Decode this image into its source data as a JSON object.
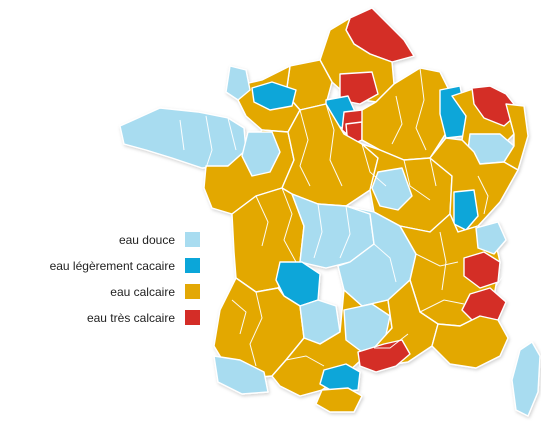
{
  "legend": {
    "items": [
      {
        "label": "eau douce",
        "color": "#a8dcf0"
      },
      {
        "label": "eau légèrement cacaire",
        "color": "#0ba6d9"
      },
      {
        "label": "eau calcaire",
        "color": "#e3a805"
      },
      {
        "label": "eau très calcaire",
        "color": "#d42d27"
      }
    ]
  },
  "map": {
    "border_color": "#ffffff",
    "regions": [
      {
        "name": "nord-pas-de-calais",
        "class": "eau très calcaire"
      },
      {
        "name": "picardie",
        "class": "eau calcaire"
      },
      {
        "name": "haute-normandie",
        "class": "eau calcaire"
      },
      {
        "name": "basse-normandie",
        "class": "eau calcaire"
      },
      {
        "name": "manche",
        "class": "eau légèrement cacaire"
      },
      {
        "name": "calvados-west",
        "class": "eau douce"
      },
      {
        "name": "oise",
        "class": "eau très calcaire"
      },
      {
        "name": "ile-de-france-west",
        "class": "eau légèrement cacaire"
      },
      {
        "name": "paris",
        "class": "eau très calcaire"
      },
      {
        "name": "essonne",
        "class": "eau très calcaire"
      },
      {
        "name": "bretagne",
        "class": "eau douce"
      },
      {
        "name": "pays-de-la-loire",
        "class": "eau calcaire"
      },
      {
        "name": "mayenne",
        "class": "eau douce"
      },
      {
        "name": "centre",
        "class": "eau calcaire"
      },
      {
        "name": "champagne",
        "class": "eau calcaire"
      },
      {
        "name": "marne-east",
        "class": "eau légèrement cacaire"
      },
      {
        "name": "lorraine",
        "class": "eau calcaire"
      },
      {
        "name": "moselle",
        "class": "eau très calcaire"
      },
      {
        "name": "vosges",
        "class": "eau douce"
      },
      {
        "name": "alsace",
        "class": "eau calcaire"
      },
      {
        "name": "bourgogne",
        "class": "eau calcaire"
      },
      {
        "name": "nievre",
        "class": "eau douce"
      },
      {
        "name": "franche-comte",
        "class": "eau calcaire"
      },
      {
        "name": "jura",
        "class": "eau légèrement cacaire"
      },
      {
        "name": "vendee",
        "class": "eau légèrement cacaire"
      },
      {
        "name": "poitou-charentes",
        "class": "eau calcaire"
      },
      {
        "name": "limousin",
        "class": "eau douce"
      },
      {
        "name": "charente-blue",
        "class": "eau légèrement cacaire"
      },
      {
        "name": "auvergne",
        "class": "eau douce"
      },
      {
        "name": "rhone-alpes",
        "class": "eau calcaire"
      },
      {
        "name": "haute-savoie",
        "class": "eau douce"
      },
      {
        "name": "savoie",
        "class": "eau très calcaire"
      },
      {
        "name": "hautes-alpes",
        "class": "eau très calcaire"
      },
      {
        "name": "aquitaine",
        "class": "eau calcaire"
      },
      {
        "name": "dordogne-pale",
        "class": "eau douce"
      },
      {
        "name": "midi-pyrenees",
        "class": "eau calcaire"
      },
      {
        "name": "tarn-pale",
        "class": "eau douce"
      },
      {
        "name": "pyrenees-pale",
        "class": "eau douce"
      },
      {
        "name": "languedoc",
        "class": "eau calcaire"
      },
      {
        "name": "bouches-du-rhone",
        "class": "eau très calcaire"
      },
      {
        "name": "aude",
        "class": "eau légèrement cacaire"
      },
      {
        "name": "pyrenees-orientales",
        "class": "eau calcaire"
      },
      {
        "name": "provence",
        "class": "eau calcaire"
      },
      {
        "name": "corse",
        "class": "eau douce"
      }
    ]
  }
}
